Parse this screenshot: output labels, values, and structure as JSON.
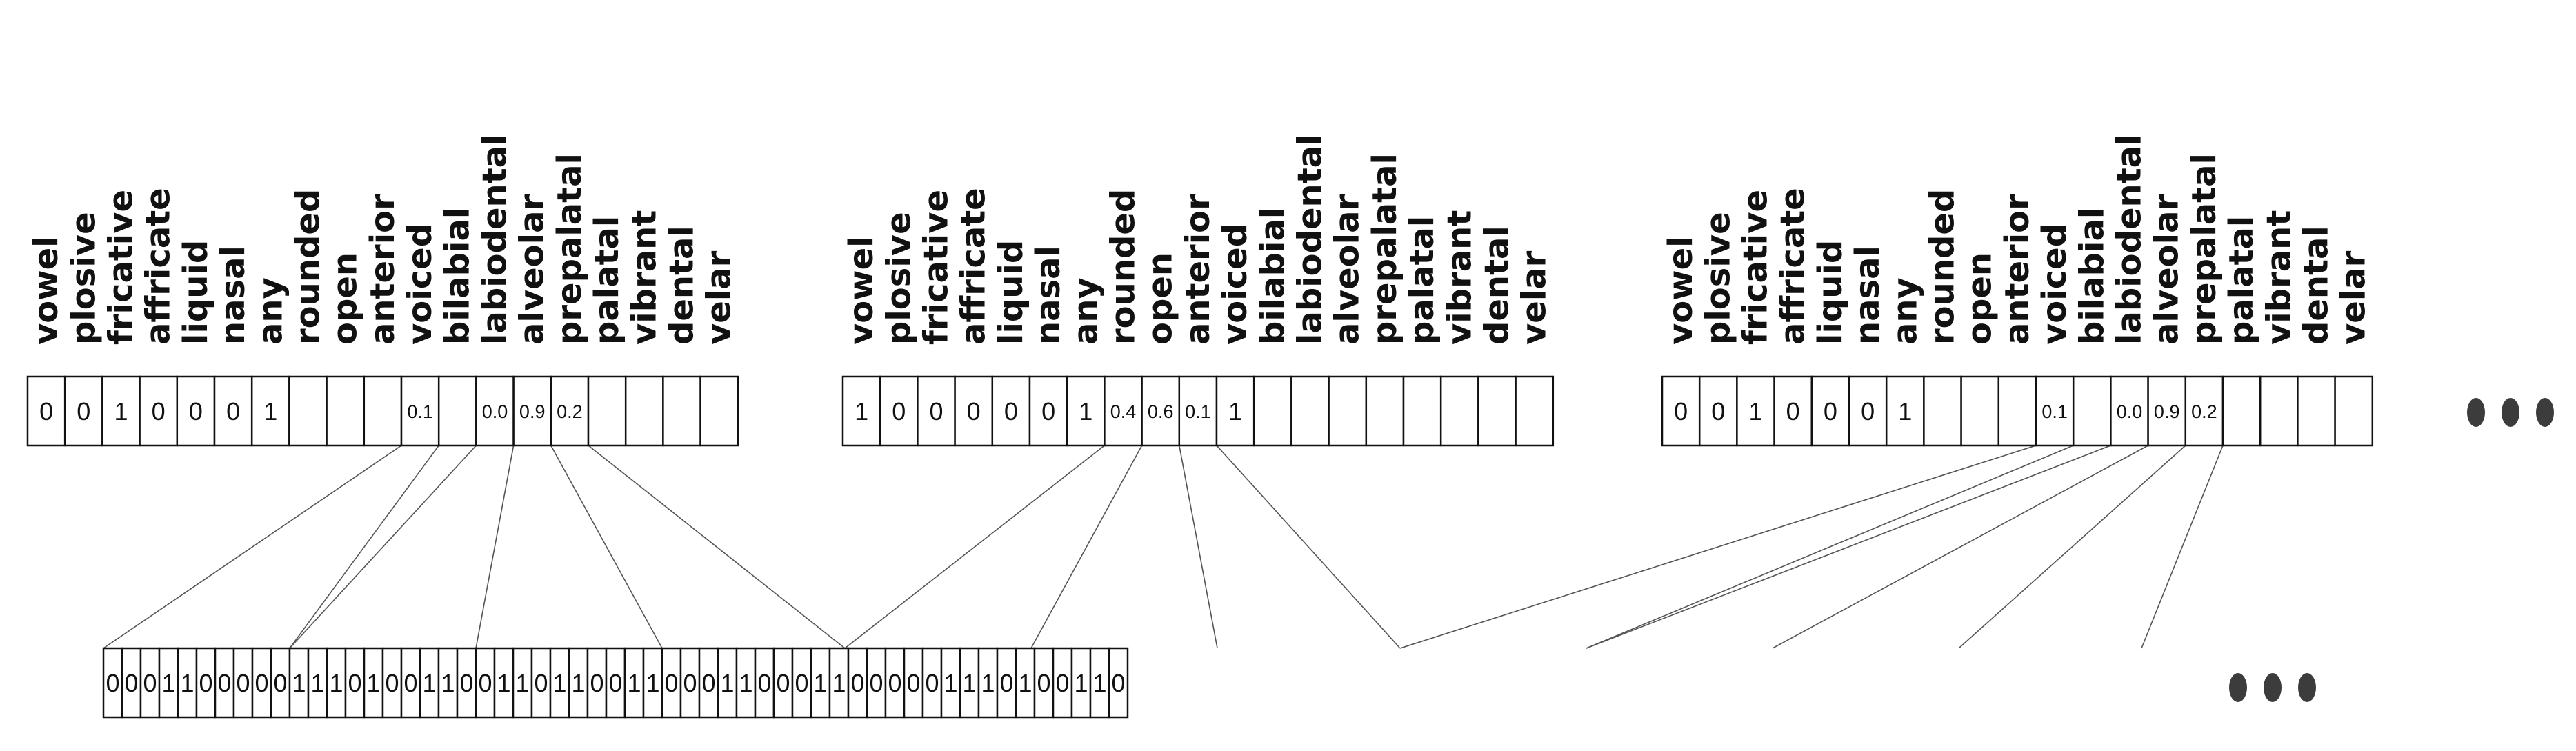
{
  "feature_names": [
    "vowel",
    "plosive",
    "fricative",
    "affricate",
    "liquid",
    "nasal",
    "any",
    "rounded",
    "open",
    "anterior",
    "voiced",
    "bilabial",
    "labiodental",
    "alveolar",
    "prepalatal",
    "palatal",
    "vibrant",
    "dental",
    "velar"
  ],
  "feature_vectors": [
    [
      "0",
      "0",
      "1",
      "0",
      "0",
      "0",
      "1",
      "",
      "",
      "",
      "0.1",
      "",
      "0.0",
      "0.9",
      "0.2",
      "",
      "",
      "",
      ""
    ],
    [
      "1",
      "0",
      "0",
      "0",
      "0",
      "0",
      "1",
      "0.4",
      "0.6",
      "0.1",
      "1",
      "",
      "",
      "",
      "",
      "",
      "",
      "",
      ""
    ],
    [
      "0",
      "0",
      "1",
      "0",
      "0",
      "0",
      "1",
      "",
      "",
      "",
      "0.1",
      "",
      "0.0",
      "0.9",
      "0.2",
      "",
      "",
      "",
      ""
    ]
  ],
  "binary_sequence": [
    "0",
    "0",
    "0",
    "1",
    "1",
    "0",
    "0",
    "0",
    "0",
    "0",
    "1",
    "1",
    "1",
    "0",
    "1",
    "0",
    "0",
    "1",
    "1",
    "0",
    "0",
    "1",
    "1",
    "0",
    "1",
    "1",
    "0",
    "0",
    "1",
    "1",
    "0",
    "0",
    "0",
    "1",
    "1",
    "0",
    "0",
    "0",
    "1",
    "1",
    "0",
    "0",
    "0",
    "0",
    "0",
    "1",
    "1",
    "1",
    "0",
    "1",
    "0",
    "0",
    "1",
    "1",
    "0"
  ],
  "continuation_marks": [
    "ellipsis-top",
    "ellipsis-bottom"
  ]
}
